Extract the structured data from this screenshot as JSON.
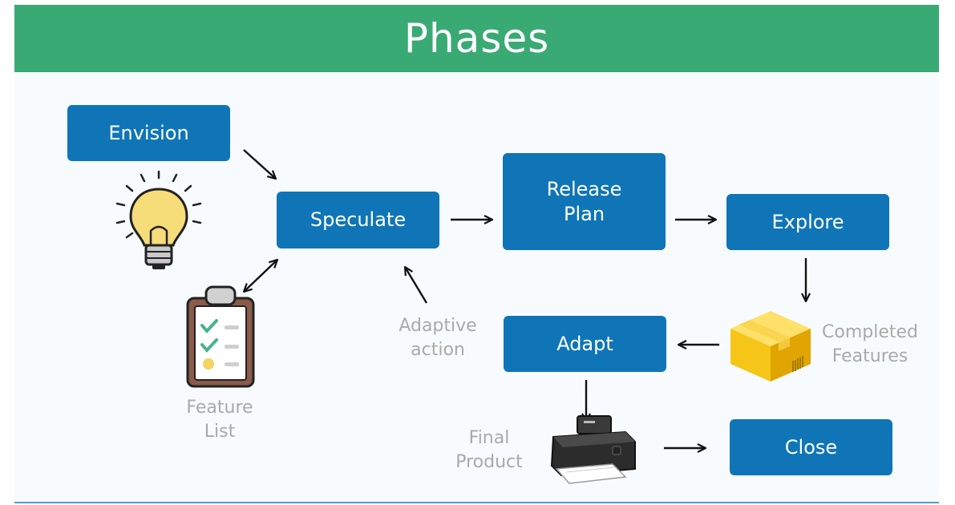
{
  "header": {
    "title": "Phases"
  },
  "nodes": {
    "envision": "Envision",
    "speculate": "Speculate",
    "release_plan": "Release\nPlan",
    "explore": "Explore",
    "adapt": "Adapt",
    "close": "Close"
  },
  "captions": {
    "adaptive_action": "Adaptive\naction",
    "completed_features": "Completed\nFeatures",
    "feature_list": "Feature\nList",
    "final_product": "Final\nProduct"
  },
  "icons": {
    "idea": "lightbulb-icon",
    "feature_list": "clipboard-checklist-icon",
    "completed_features": "package-box-icon",
    "final_product": "printer-icon"
  },
  "colors": {
    "header": "#3aaa74",
    "node": "#0f75b7",
    "caption": "#a9a9a9"
  }
}
